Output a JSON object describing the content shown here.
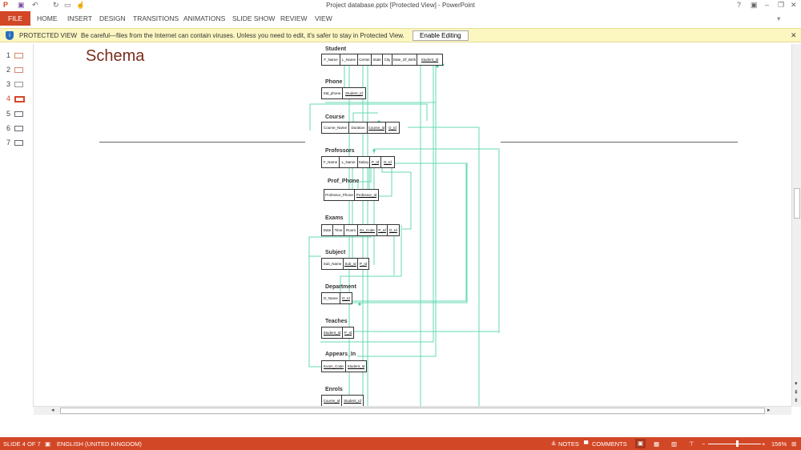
{
  "window": {
    "title": "Project database.pptx [Protected View] - PowerPoint"
  },
  "ribbon": {
    "file": "FILE",
    "tabs": [
      "HOME",
      "INSERT",
      "DESIGN",
      "TRANSITIONS",
      "ANIMATIONS",
      "SLIDE SHOW",
      "REVIEW",
      "VIEW"
    ]
  },
  "protected": {
    "label": "PROTECTED VIEW",
    "message": "Be careful—files from the Internet can contain viruses. Unless you need to edit, it's safer to stay in Protected View.",
    "button": "Enable Editing"
  },
  "thumbnails": [
    {
      "n": "1"
    },
    {
      "n": "2"
    },
    {
      "n": "3"
    },
    {
      "n": "4"
    },
    {
      "n": "5"
    },
    {
      "n": "6"
    },
    {
      "n": "7"
    }
  ],
  "slide": {
    "title": "Schema",
    "tables": [
      {
        "name": "Student",
        "cols": [
          "F_Name",
          "L_Name",
          "Center",
          "State",
          "City",
          "Date_Of_Birth",
          "Student_Id"
        ]
      },
      {
        "name": "Phone",
        "cols": [
          "Std_phone",
          "Student_Id"
        ]
      },
      {
        "name": "Course",
        "cols": [
          "Course_Name",
          "Duration",
          "Course_Id",
          "D_Id"
        ]
      },
      {
        "name": "Professors",
        "cols": [
          "F_Name",
          "L_Name",
          "Salary",
          "P_Id",
          "D_Id"
        ]
      },
      {
        "name": "Prof_Phone",
        "cols": [
          "Professor_Phone",
          "Professor_Id"
        ]
      },
      {
        "name": "Exams",
        "cols": [
          "Date",
          "Time",
          "Room",
          "Ex_Code",
          "P_Id",
          "D_Id"
        ]
      },
      {
        "name": "Subject",
        "cols": [
          "Sub_Name",
          "Sub_Id",
          "P_Id"
        ]
      },
      {
        "name": "Department",
        "cols": [
          "D_Name",
          "D_Id"
        ]
      },
      {
        "name": "Teaches",
        "cols": [
          "Student_Id",
          "P_Id"
        ]
      },
      {
        "name": "Appears_In",
        "cols": [
          "Exam_Code",
          "Student_Id"
        ]
      },
      {
        "name": "Enrols",
        "cols": [
          "Course_Id",
          "Student_Id"
        ]
      }
    ]
  },
  "status": {
    "slide": "SLIDE 4 OF 7",
    "language": "ENGLISH (UNITED KINGDOM)",
    "notes": "NOTES",
    "comments": "COMMENTS",
    "zoom": "156%"
  },
  "colors": {
    "accent": "#d24726",
    "connector": "#66d9b5",
    "title": "#7b2c1b"
  }
}
